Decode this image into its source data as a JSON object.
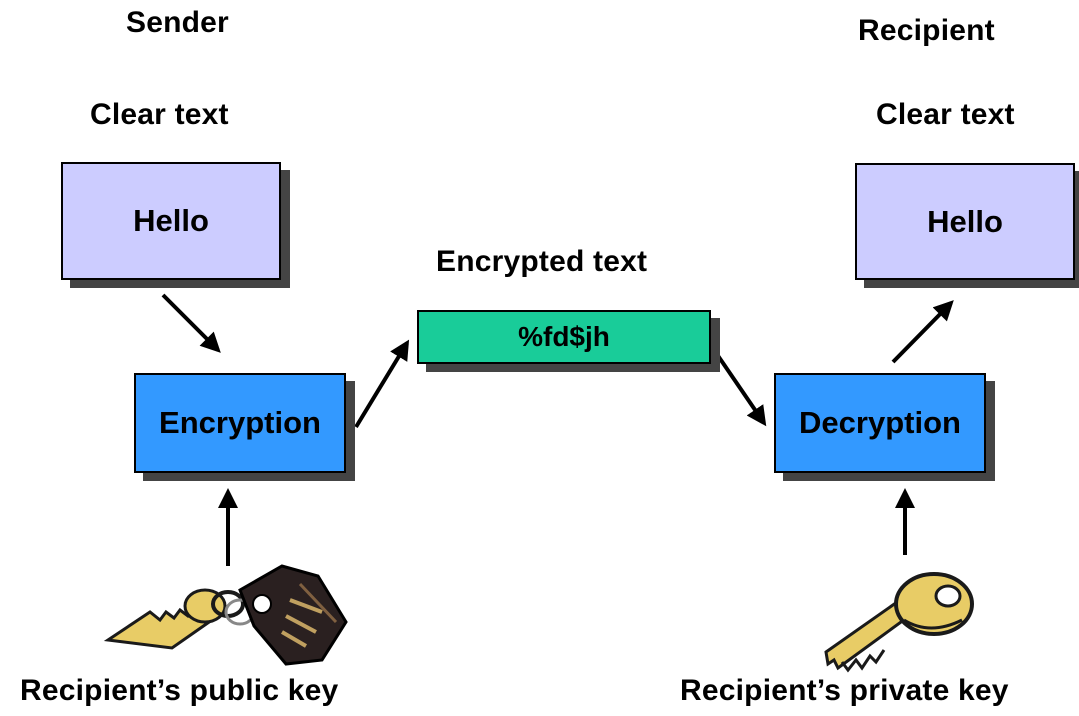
{
  "sender": {
    "title": "Sender",
    "clear_label": "Clear text",
    "message": "Hello",
    "process": "Encryption",
    "key_label": "Recipient’s public key",
    "key_icon": "keyring-icon"
  },
  "channel": {
    "label": "Encrypted text",
    "ciphertext": "%fd$jh"
  },
  "recipient": {
    "title": "Recipient",
    "clear_label": "Clear text",
    "message": "Hello",
    "process": "Decryption",
    "key_label": "Recipient’s private key",
    "key_icon": "key-icon"
  },
  "colors": {
    "clear_box": "#ccccff",
    "process_box": "#3399ff",
    "cipher_box": "#19cc99",
    "key_gold": "#e8cc66",
    "key_dark": "#1a1a1a"
  }
}
